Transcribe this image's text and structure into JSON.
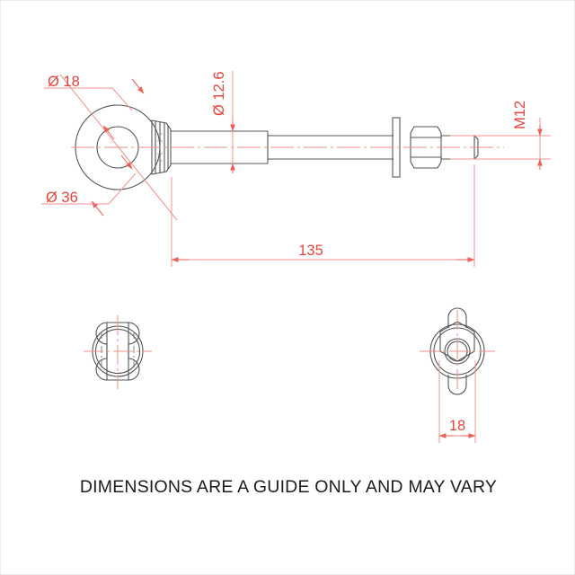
{
  "drawing": {
    "title_caption": "DIMENSIONS ARE A GUIDE ONLY AND MAY VARY",
    "colors": {
      "outline": "#555555",
      "dimension_line": "#f4918d",
      "dimension_text": "#e8443c",
      "centerline": "#f08d88",
      "background": "#ffffff",
      "frame": "#ececec"
    },
    "dimensions": {
      "eye_bore": "Ø 18",
      "eye_outer": "Ø 36",
      "shank_diameter": "Ø 12.6",
      "thread": "M12",
      "overall_length": "135",
      "nut_across_flats": "18"
    },
    "views": {
      "main": "side-elevation",
      "left_end": "eye-end-view",
      "right_end": "nut-end-view"
    }
  }
}
